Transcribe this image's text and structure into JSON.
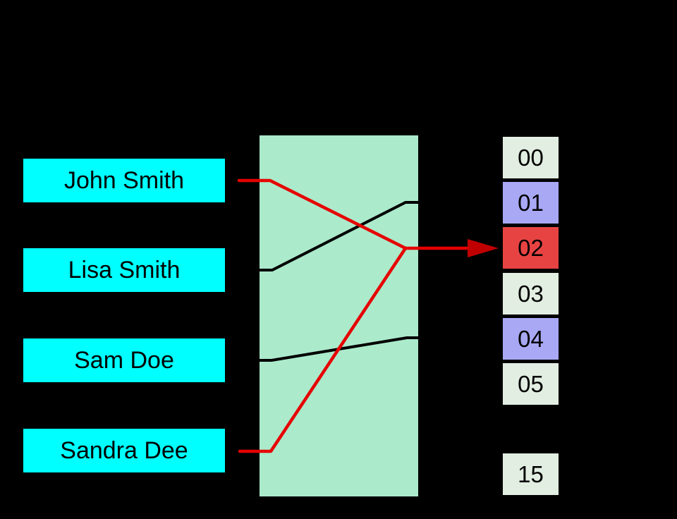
{
  "canvas": {
    "background": "#000000"
  },
  "keys": [
    {
      "label": "John Smith"
    },
    {
      "label": "Lisa Smith"
    },
    {
      "label": "Sam Doe"
    },
    {
      "label": "Sandra Dee"
    }
  ],
  "key_style": {
    "fill": "#00ffff",
    "text_color": "#000000"
  },
  "hash_function": {
    "fill": "#abeacb"
  },
  "buckets": [
    {
      "label": "00",
      "fill": "#e2eee2",
      "state": "empty"
    },
    {
      "label": "01",
      "fill": "#a8a8f4",
      "state": "occupied"
    },
    {
      "label": "02",
      "fill": "#e84343",
      "state": "collision"
    },
    {
      "label": "03",
      "fill": "#e2eee2",
      "state": "empty"
    },
    {
      "label": "04",
      "fill": "#a8a8f4",
      "state": "occupied"
    },
    {
      "label": "05",
      "fill": "#e2eee2",
      "state": "empty"
    },
    {
      "label": "15",
      "fill": "#e2eee2",
      "state": "empty"
    }
  ],
  "connections": {
    "black": [
      {
        "from": "Lisa Smith",
        "to": "01"
      },
      {
        "from": "Sam Doe",
        "to": "04"
      }
    ],
    "red": [
      {
        "from": "John Smith",
        "to": "02"
      },
      {
        "from": "Sandra Dee",
        "to": "02"
      }
    ],
    "line_black": "#000000",
    "line_red": "#e60000",
    "arrow_red": "#c00000"
  }
}
